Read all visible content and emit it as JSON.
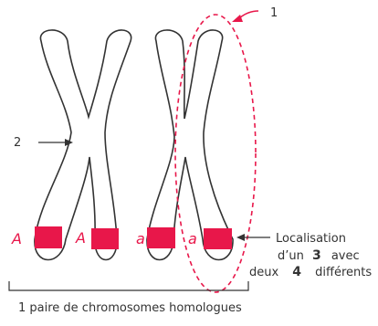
{
  "labels": {
    "num_1": "1",
    "num_2": "2",
    "allele_A1": "A",
    "allele_A2": "A",
    "allele_a1": "a",
    "allele_a2": "a",
    "loc_line1": "Localisation",
    "loc_line2_prefix": "d’un",
    "loc_line2_num": "3",
    "loc_line2_suffix": "avec",
    "loc_line3_prefix": "deux",
    "loc_line3_num": "4",
    "loc_line3_suffix": "différents",
    "caption": "1 paire de chromosomes homologues"
  },
  "colors": {
    "accent": "#e8174a",
    "ink": "#333333"
  }
}
